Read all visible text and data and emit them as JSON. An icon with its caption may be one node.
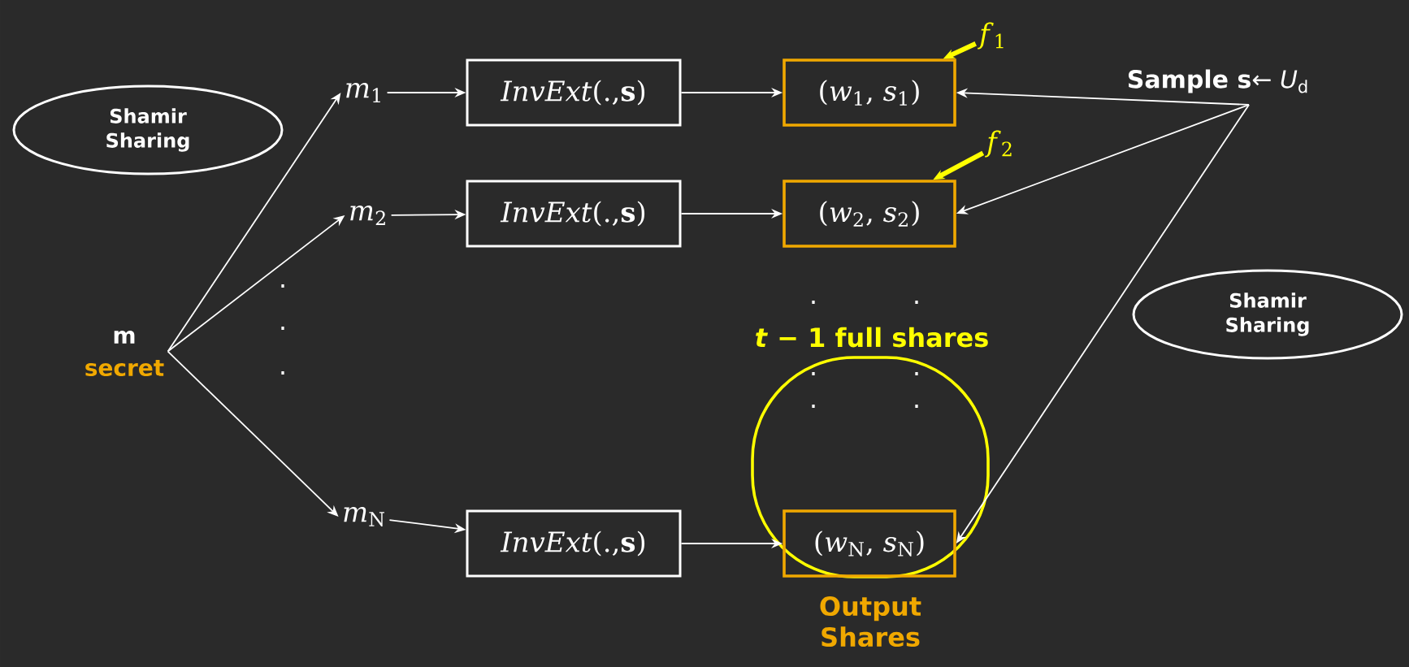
{
  "diagram": {
    "nodes": [
      {
        "text": [
          "Shamir Sharing"
        ]
      },
      {
        "text": [
          "m",
          "secret"
        ]
      },
      {
        "text": [
          "*m*$_{1}$"
        ]
      },
      {
        "text": [
          "*m*$_{2}$"
        ]
      },
      {
        "text": [
          "*m*$_{N}$"
        ]
      },
      {
        "text": [
          "*InvExt*(.,**s**)"
        ]
      },
      {
        "text": [
          "*InvExt*(.,**s**)"
        ]
      },
      {
        "text": [
          "*InvExt*(.,**s**)"
        ]
      },
      {
        "text": [
          "(*w*$_{1}$,  *s*$_{1}$)"
        ]
      },
      {
        "text": [
          "(*w*$_{2}$,  *s*$_{2}$)"
        ]
      },
      {
        "text": [
          "*t* − 1 **full shares**"
        ],
        "beside": [
          "Output Shares"
        ]
      },
      {
        "text": [
          "(*w*$_{N}$,  *s*$_{N}$)"
        ],
        "in": 10
      },
      {
        "text": [
          "**Sample s**← *U*$_{d}$"
        ]
      },
      {
        "text": [
          "*f*$_{1}$"
        ]
      },
      {
        "text": [
          "*f*$_{2}$"
        ]
      },
      {
        "text": [
          "Shamir Sharing"
        ]
      }
    ],
    "edges": [
      {
        "from": 1,
        "to": 2,
        "arrow": "to"
      },
      {
        "from": 1,
        "to": 3,
        "arrow": "to"
      },
      {
        "from": 1,
        "to": 4,
        "arrow": "to"
      },
      {
        "from": 2,
        "to": 5,
        "arrow": "to"
      },
      {
        "from": 3,
        "to": 6,
        "arrow": "to"
      },
      {
        "from": 4,
        "to": 7,
        "arrow": "to"
      },
      {
        "from": 5,
        "to": 8,
        "arrow": "to"
      },
      {
        "from": 6,
        "to": 9,
        "arrow": "to"
      },
      {
        "from": 7,
        "to": 11,
        "arrow": "to"
      },
      {
        "from": 12,
        "to": 8,
        "arrow": "to"
      },
      {
        "from": 12,
        "to": 9,
        "arrow": "to"
      },
      {
        "from": 12,
        "to": 11,
        "arrow": "to"
      },
      {
        "from": 13,
        "to": 8,
        "arrow": "to",
        "style": "thick",
        "color": "#ffff00"
      },
      {
        "from": 14,
        "to": 9,
        "arrow": "to",
        "style": "thick",
        "color": "#ffff00"
      }
    ],
    "labels": [
      ".",
      ".",
      ".",
      ".",
      ".",
      ".",
      ".",
      ".",
      "."
    ]
  }
}
